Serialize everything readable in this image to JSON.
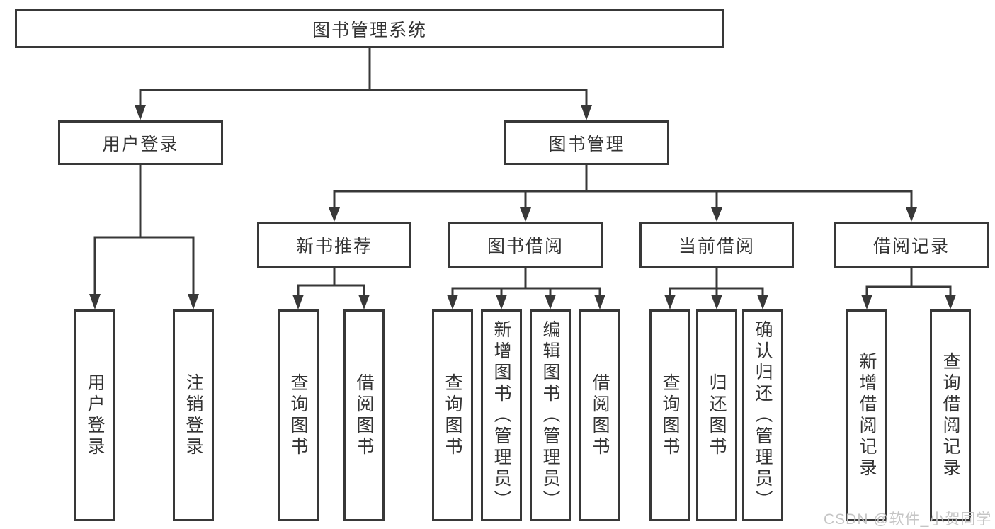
{
  "tree": {
    "root": {
      "label": "图书管理系统",
      "children": [
        {
          "label": "用户登录",
          "children": [
            {
              "label": "用户登录"
            },
            {
              "label": "注销登录"
            }
          ]
        },
        {
          "label": "图书管理",
          "children": [
            {
              "label": "新书推荐",
              "children": [
                {
                  "label": "查询图书"
                },
                {
                  "label": "借阅图书"
                }
              ]
            },
            {
              "label": "图书借阅",
              "children": [
                {
                  "label": "查询图书"
                },
                {
                  "label": "新增图书（管理员）"
                },
                {
                  "label": "编辑图书（管理员）"
                },
                {
                  "label": "借阅图书"
                }
              ]
            },
            {
              "label": "当前借阅",
              "children": [
                {
                  "label": "查询图书"
                },
                {
                  "label": "归还图书"
                },
                {
                  "label": "确认归还（管理员）"
                }
              ]
            },
            {
              "label": "借阅记录",
              "children": [
                {
                  "label": "新增借阅记录"
                },
                {
                  "label": "查询借阅记录"
                }
              ]
            }
          ]
        }
      ]
    }
  },
  "watermark": {
    "text": "CSDN @软件_小贺同学"
  },
  "colors": {
    "line": "#383838",
    "text": "#333333",
    "box_background": "#ffffff",
    "page_background": "#ffffff",
    "watermark": "#c2c2c2"
  }
}
